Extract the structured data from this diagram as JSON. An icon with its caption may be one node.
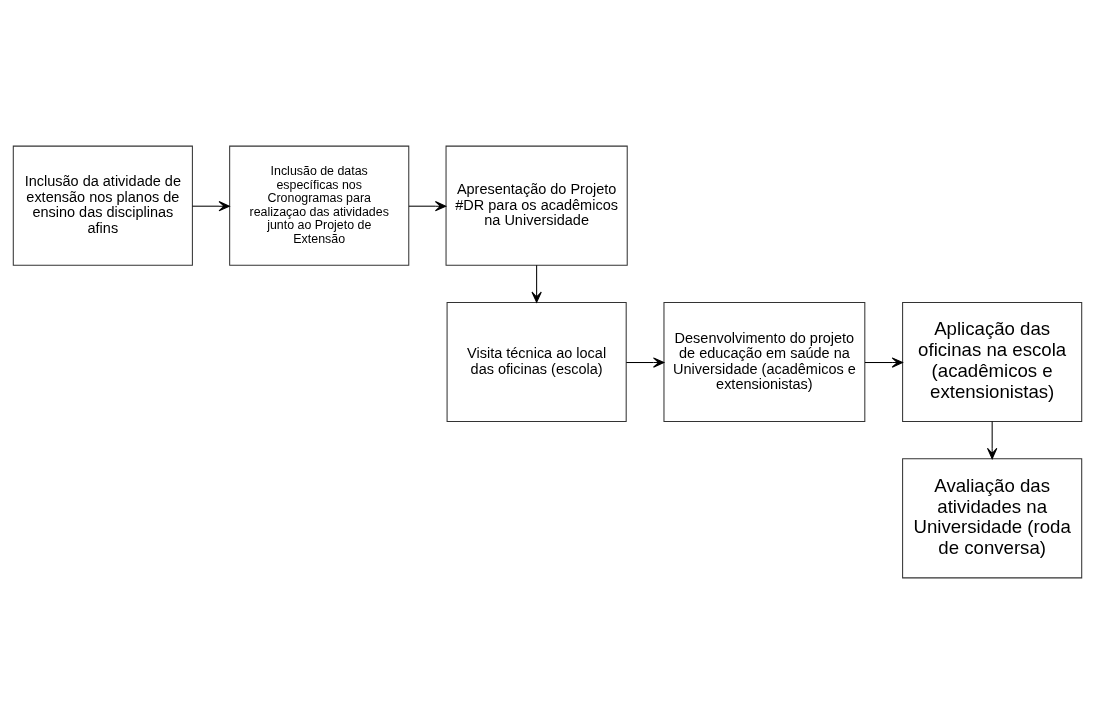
{
  "diagram": {
    "nodes": [
      {
        "text": [
          "Inclusão da atividade de extensão nos planos de ensino das disciplinas afins"
        ]
      },
      {
        "text": [
          "Inclusão de datas específicas nos Cronogramas para realizaçao das atividades junto ao Projeto de Extensão"
        ]
      },
      {
        "text": [
          "Apresentação do Projeto #DR para os acadêmicos na Universidade"
        ]
      },
      {
        "text": [
          "Visita técnica ao local das oficinas (escola)"
        ]
      },
      {
        "text": [
          "Desenvolvimento do projeto de educação em saúde na Universidade (acadêmicos e extensionistas)"
        ]
      },
      {
        "text": [
          "Aplicação das oficinas na escola (acadêmicos e extensionistas)"
        ]
      },
      {
        "text": [
          "Avaliação das atividades na Universidade (roda de conversa)"
        ]
      }
    ],
    "edges": [
      {
        "from": 0,
        "to": 1,
        "arrow": "to"
      },
      {
        "from": 1,
        "to": 2,
        "arrow": "to"
      },
      {
        "from": 2,
        "to": 3,
        "arrow": "to"
      },
      {
        "from": 3,
        "to": 4,
        "arrow": "to"
      },
      {
        "from": 4,
        "to": 5,
        "arrow": "to"
      },
      {
        "from": 5,
        "to": 6,
        "arrow": "to"
      }
    ]
  }
}
